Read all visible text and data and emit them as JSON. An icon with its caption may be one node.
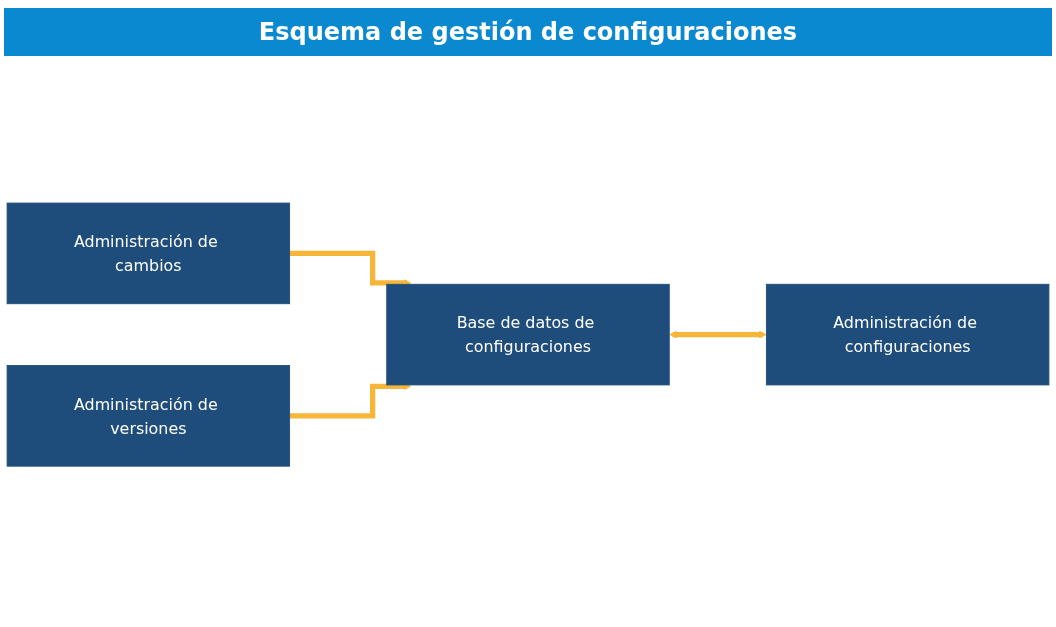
{
  "diagram": {
    "title": "Esquema de gestión de configuraciones",
    "nodes": [
      {
        "text": [
          "Administración de cambios"
        ]
      },
      {
        "text": [
          "Base de datos de configuraciones"
        ]
      },
      {
        "text": [
          "Administración de configuraciones"
        ]
      },
      {
        "text": [
          "Administración de versiones"
        ]
      }
    ],
    "edges": [
      {
        "from": 0,
        "to": 1,
        "arrow": "to"
      },
      {
        "from": 3,
        "to": 1,
        "arrow": "to"
      },
      {
        "from": 1,
        "to": 2,
        "arrow": "both"
      }
    ]
  }
}
